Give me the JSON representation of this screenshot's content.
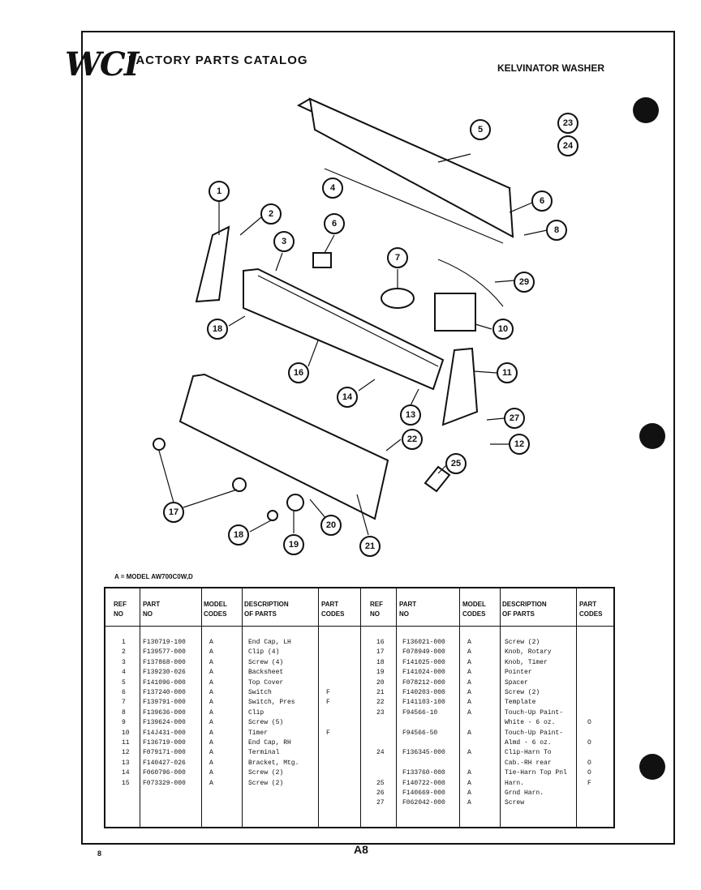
{
  "header": {
    "logo_text": "WCI",
    "catalog_title": "FACTORY PARTS CATALOG",
    "subject": "KELVINATOR WASHER"
  },
  "diagram": {
    "callouts": [
      "1",
      "2",
      "3",
      "4",
      "5",
      "6",
      "6",
      "8",
      "7",
      "29",
      "18",
      "10",
      "11",
      "14",
      "13",
      "16",
      "17",
      "22",
      "27",
      "12",
      "25",
      "18",
      "19",
      "20",
      "21",
      "23",
      "24"
    ]
  },
  "model_note": "A = MODEL AW700C0W,D",
  "table": {
    "headers": {
      "ref": "REF\nNO",
      "part": "PART\nNO",
      "model": "MODEL\nCODES",
      "desc": "DESCRIPTION\nOF PARTS",
      "codes": "PART\nCODES"
    },
    "left_rows": [
      {
        "ref": "1",
        "part": "F130719-100",
        "model": "A",
        "desc": "End Cap, LH",
        "code": ""
      },
      {
        "ref": "2",
        "part": "F139577-000",
        "model": "A",
        "desc": "Clip (4)",
        "code": ""
      },
      {
        "ref": "3",
        "part": "F137868-000",
        "model": "A",
        "desc": "Screw (4)",
        "code": ""
      },
      {
        "ref": "4",
        "part": "F139230-026",
        "model": "A",
        "desc": "Backsheet",
        "code": ""
      },
      {
        "ref": "5",
        "part": "F141096-000",
        "model": "A",
        "desc": "Top Cover",
        "code": ""
      },
      {
        "ref": "6",
        "part": "F137240-000",
        "model": "A",
        "desc": "Switch",
        "code": "F"
      },
      {
        "ref": "7",
        "part": "F139791-000",
        "model": "A",
        "desc": "Switch, Pres",
        "code": "F"
      },
      {
        "ref": "8",
        "part": "F139636-000",
        "model": "A",
        "desc": "Clip",
        "code": ""
      },
      {
        "ref": "9",
        "part": "F139624-000",
        "model": "A",
        "desc": "Screw (5)",
        "code": ""
      },
      {
        "ref": "10",
        "part": "F14J431-000",
        "model": "A",
        "desc": "Timer",
        "code": "F"
      },
      {
        "ref": "11",
        "part": "F136719-000",
        "model": "A",
        "desc": "End Cap, RH",
        "code": ""
      },
      {
        "ref": "12",
        "part": "F079171-000",
        "model": "A",
        "desc": "Terminal",
        "code": ""
      },
      {
        "ref": "13",
        "part": "F140427-026",
        "model": "A",
        "desc": "Bracket, Mtg.",
        "code": ""
      },
      {
        "ref": "14",
        "part": "F060796-000",
        "model": "A",
        "desc": "Screw (2)",
        "code": ""
      },
      {
        "ref": "15",
        "part": "F073329-000",
        "model": "A",
        "desc": "Screw (2)",
        "code": ""
      }
    ],
    "right_rows": [
      {
        "ref": "16",
        "part": "F136021-000",
        "model": "A",
        "desc": "Screw (2)",
        "code": ""
      },
      {
        "ref": "17",
        "part": "F078949-000",
        "model": "A",
        "desc": "Knob, Rotary",
        "code": ""
      },
      {
        "ref": "18",
        "part": "F141025-000",
        "model": "A",
        "desc": "Knob, Timer",
        "code": ""
      },
      {
        "ref": "19",
        "part": "F141024-000",
        "model": "A",
        "desc": "Pointer",
        "code": ""
      },
      {
        "ref": "20",
        "part": "F078212-000",
        "model": "A",
        "desc": "Spacer",
        "code": ""
      },
      {
        "ref": "21",
        "part": "F140203-000",
        "model": "A",
        "desc": "Screw (2)",
        "code": ""
      },
      {
        "ref": "22",
        "part": "F141103-100",
        "model": "A",
        "desc": "Template",
        "code": ""
      },
      {
        "ref": "23",
        "part": "F94566-10",
        "model": "A",
        "desc": "Touch-Up Paint-",
        "code": ""
      },
      {
        "ref": "",
        "part": "",
        "model": "",
        "desc": "White - 6 oz.",
        "code": "O"
      },
      {
        "ref": "",
        "part": "F94566-50",
        "model": "A",
        "desc": "Touch-Up Paint-",
        "code": ""
      },
      {
        "ref": "",
        "part": "",
        "model": "",
        "desc": "Almd - 6 oz.",
        "code": "O"
      },
      {
        "ref": "24",
        "part": "F136345-000",
        "model": "A",
        "desc": "Clip-Harn To",
        "code": ""
      },
      {
        "ref": "",
        "part": "",
        "model": "",
        "desc": "Cab.-RH rear",
        "code": "O"
      },
      {
        "ref": "",
        "part": "F133760-000",
        "model": "A",
        "desc": "Tie-Harn Top Pnl",
        "code": "O"
      },
      {
        "ref": "25",
        "part": "F140722-000",
        "model": "A",
        "desc": "Harn.",
        "code": "F"
      },
      {
        "ref": "26",
        "part": "F140669-000",
        "model": "A",
        "desc": "Grnd Harn.",
        "code": ""
      },
      {
        "ref": "27",
        "part": "F062042-000",
        "model": "A",
        "desc": "Screw",
        "code": ""
      }
    ]
  },
  "footer": {
    "page": "A8",
    "corner": "8"
  }
}
